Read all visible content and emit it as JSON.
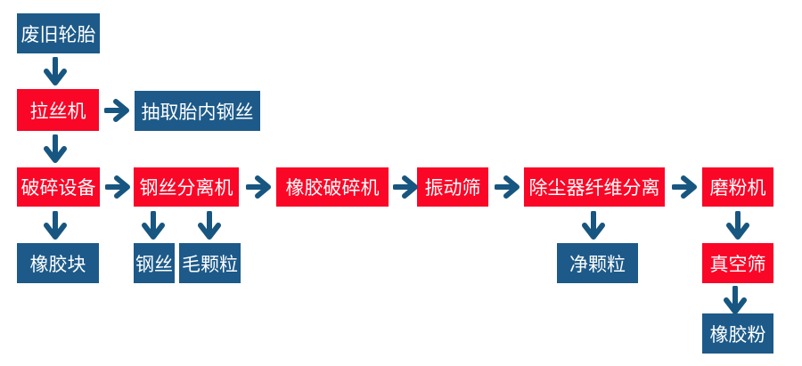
{
  "diagram": {
    "name": "tire-recycling-process-flowchart",
    "colors": {
      "red": "#fa0627",
      "blue": "#1d5a89",
      "arrow": "#175680",
      "background": "#ffffff"
    },
    "nodes": [
      {
        "id": "waste-tire",
        "label": "废旧轮胎",
        "color": "blue"
      },
      {
        "id": "wire-drawing-machine",
        "label": "拉丝机",
        "color": "red"
      },
      {
        "id": "extract-tire-steel-wire",
        "label": "抽取胎内钢丝",
        "color": "blue"
      },
      {
        "id": "crushing-equipment",
        "label": "破碎设备",
        "color": "red"
      },
      {
        "id": "rubber-block",
        "label": "橡胶块",
        "color": "blue"
      },
      {
        "id": "steel-wire-separator",
        "label": "钢丝分离机",
        "color": "red"
      },
      {
        "id": "steel-wire",
        "label": "钢丝",
        "color": "blue"
      },
      {
        "id": "rough-granules",
        "label": "毛颗粒",
        "color": "blue"
      },
      {
        "id": "rubber-crusher",
        "label": "橡胶破碎机",
        "color": "red"
      },
      {
        "id": "vibrating-screen",
        "label": "振动筛",
        "color": "red"
      },
      {
        "id": "dust-fiber-separation",
        "label": "除尘器纤维分离",
        "color": "red"
      },
      {
        "id": "clean-granules",
        "label": "净颗粒",
        "color": "blue"
      },
      {
        "id": "grinding-machine",
        "label": "磨粉机",
        "color": "red"
      },
      {
        "id": "vacuum-screen",
        "label": "真空筛",
        "color": "red"
      },
      {
        "id": "rubber-powder",
        "label": "橡胶粉",
        "color": "blue"
      }
    ],
    "edges": [
      {
        "from": "废旧轮胎",
        "to": "拉丝机",
        "direction": "down"
      },
      {
        "from": "拉丝机",
        "to": "抽取胎内钢丝",
        "direction": "right"
      },
      {
        "from": "拉丝机",
        "to": "破碎设备",
        "direction": "down"
      },
      {
        "from": "破碎设备",
        "to": "橡胶块",
        "direction": "down"
      },
      {
        "from": "破碎设备",
        "to": "钢丝分离机",
        "direction": "right"
      },
      {
        "from": "钢丝分离机",
        "to": "钢丝",
        "direction": "down"
      },
      {
        "from": "钢丝分离机",
        "to": "毛颗粒",
        "direction": "down"
      },
      {
        "from": "钢丝分离机",
        "to": "橡胶破碎机",
        "direction": "right"
      },
      {
        "from": "橡胶破碎机",
        "to": "振动筛",
        "direction": "right"
      },
      {
        "from": "振动筛",
        "to": "除尘器纤维分离",
        "direction": "right"
      },
      {
        "from": "除尘器纤维分离",
        "to": "净颗粒",
        "direction": "down"
      },
      {
        "from": "除尘器纤维分离",
        "to": "磨粉机",
        "direction": "right"
      },
      {
        "from": "磨粉机",
        "to": "真空筛",
        "direction": "down"
      },
      {
        "from": "真空筛",
        "to": "橡胶粉",
        "direction": "down"
      }
    ]
  }
}
